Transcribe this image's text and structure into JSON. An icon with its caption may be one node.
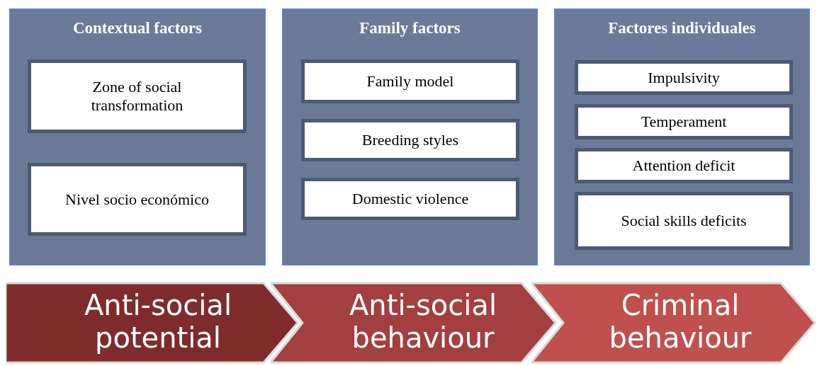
{
  "diagram": {
    "nodes": [
      {
        "text": [
          "Contextual factors"
        ]
      },
      {
        "text": [
          "Zone of social transformation"
        ],
        "in": 0
      },
      {
        "text": [
          "Nivel socio económico"
        ],
        "in": 0
      },
      {
        "text": [
          "Family factors"
        ]
      },
      {
        "text": [
          "Family model"
        ],
        "in": 3
      },
      {
        "text": [
          "Breeding styles"
        ],
        "in": 3
      },
      {
        "text": [
          "Domestic violence"
        ],
        "in": 3
      },
      {
        "text": [
          "Factores individuales"
        ]
      },
      {
        "text": [
          "Impulsivity"
        ],
        "in": 7
      },
      {
        "text": [
          "Temperament"
        ],
        "in": 7
      },
      {
        "text": [
          "Attention deficit"
        ],
        "in": 7
      },
      {
        "text": [
          "Social skills deficits"
        ],
        "in": 7
      },
      {
        "text": [
          "Anti-social potential"
        ]
      },
      {
        "text": [
          "Anti-social behaviour"
        ]
      },
      {
        "text": [
          "Criminal behaviour"
        ]
      }
    ]
  }
}
